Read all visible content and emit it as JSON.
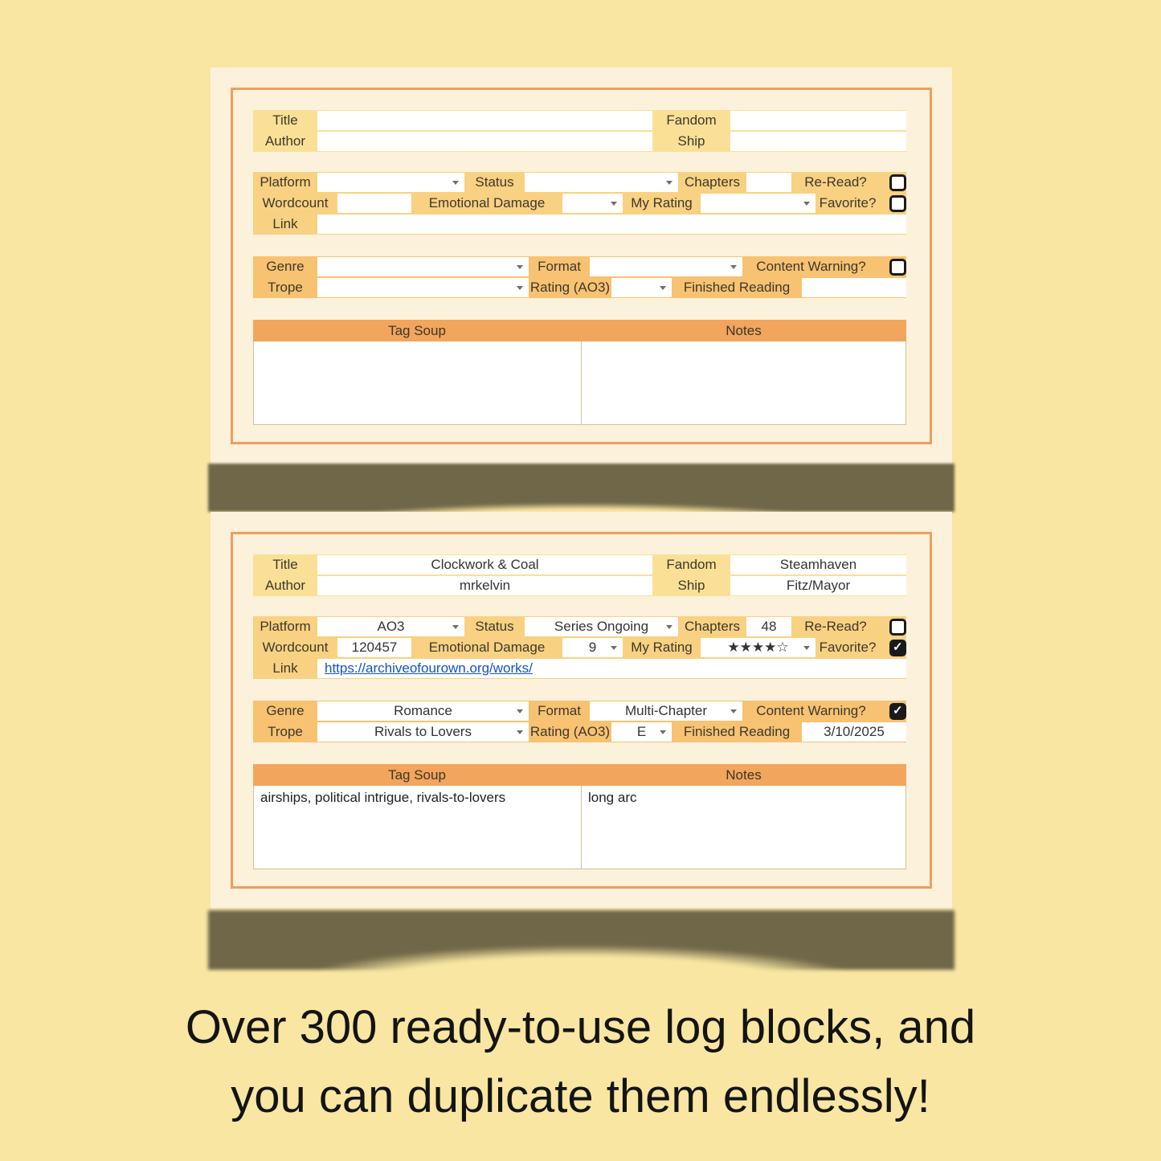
{
  "caption": {
    "lines": [
      "Over 300 ready-to-use log blocks, and",
      "you can duplicate them endlessly!"
    ]
  },
  "labels": {
    "title": "Title",
    "author": "Author",
    "fandom": "Fandom",
    "ship": "Ship",
    "platform": "Platform",
    "status": "Status",
    "chapters": "Chapters",
    "re_read": "Re-Read?",
    "wordcount": "Wordcount",
    "emotional_damage": "Emotional Damage",
    "my_rating": "My Rating",
    "favorite": "Favorite?",
    "link": "Link",
    "genre": "Genre",
    "format": "Format",
    "content_warning": "Content Warning?",
    "trope": "Trope",
    "rating_ao3": "Rating (AO3)",
    "finished_reading": "Finished Reading",
    "tag_soup": "Tag Soup",
    "notes": "Notes"
  },
  "blocks": [
    {
      "name": "empty log block",
      "values": {
        "title": "",
        "author": "",
        "fandom": "",
        "ship": "",
        "platform": "",
        "status": "",
        "chapters": "",
        "re_read": false,
        "wordcount": "",
        "emotional_damage": "",
        "my_rating": "",
        "favorite": false,
        "link": "",
        "genre": "",
        "format": "",
        "content_warning": false,
        "trope": "",
        "rating_ao3": "",
        "finished_reading": "",
        "tag_soup": "",
        "notes": ""
      }
    },
    {
      "name": "filled log block",
      "values": {
        "title": "Clockwork & Coal",
        "author": "mrkelvin",
        "fandom": "Steamhaven",
        "ship": "Fitz/Mayor",
        "platform": "AO3",
        "status": "Series Ongoing",
        "chapters": "48",
        "re_read": false,
        "wordcount": "120457",
        "emotional_damage": "9",
        "my_rating": "★★★★☆",
        "favorite": true,
        "link": "https://archiveofourown.org/works/",
        "genre": "Romance",
        "format": "Multi-Chapter",
        "content_warning": true,
        "trope": "Rivals to Lovers",
        "rating_ao3": "E",
        "finished_reading": "3/10/2025",
        "tag_soup": "airships, political intrigue, rivals-to-lovers",
        "notes": "long arc"
      }
    }
  ],
  "colors": {
    "page_background": "#F8E6A2",
    "card_background": "#FCF2DB",
    "card_border": "#EE9E61",
    "section_gold": "#FAE096",
    "section_amber": "#F8D182",
    "section_orange": "#F7C272",
    "table_header": "#F2A55C",
    "link_blue": "#1353C4",
    "shadow": "#6F6748"
  }
}
